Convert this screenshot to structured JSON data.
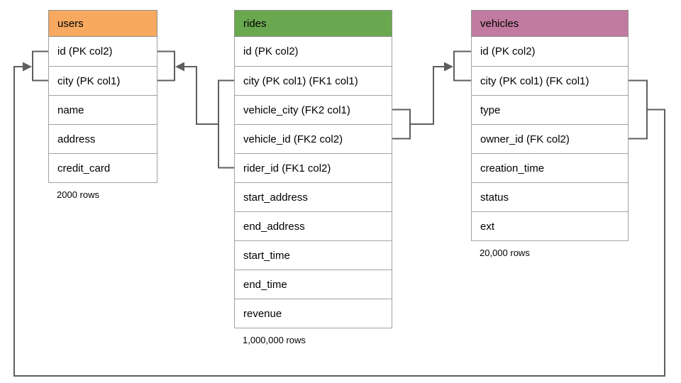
{
  "tables": [
    {
      "name": "users",
      "header_color": "#f6a95f",
      "columns": [
        "id (PK col2)",
        "city (PK col1)",
        "name",
        "address",
        "credit_card"
      ],
      "row_count": "2000 rows"
    },
    {
      "name": "rides",
      "header_color": "#6aa84f",
      "columns": [
        "id (PK col2)",
        "city (PK col1) (FK1 col1)",
        "vehicle_city (FK2 col1)",
        "vehicle_id (FK2 col2)",
        "rider_id (FK1 col2)",
        "start_address",
        "end_address",
        "start_time",
        "end_time",
        "revenue"
      ],
      "row_count": "1,000,000 rows"
    },
    {
      "name": "vehicles",
      "header_color": "#c27ba0",
      "columns": [
        "id (PK col2)",
        "city (PK col1) (FK col1)",
        "type",
        "owner_id (FK col2)",
        "creation_time",
        "status",
        "ext"
      ],
      "row_count": "20,000 rows"
    }
  ],
  "relationships": [
    {
      "from": "rides (city, rider_id)",
      "to": "users (id, city)",
      "label": "FK1"
    },
    {
      "from": "rides (vehicle_city, vehicle_id)",
      "to": "vehicles (id, city)",
      "label": "FK2"
    },
    {
      "from": "vehicles (city, owner_id)",
      "to": "users (id, city)",
      "label": "FK"
    }
  ],
  "colors": {
    "connector": "#5e5e5e",
    "cell_border": "#a2a2a2",
    "text": "#000000"
  }
}
